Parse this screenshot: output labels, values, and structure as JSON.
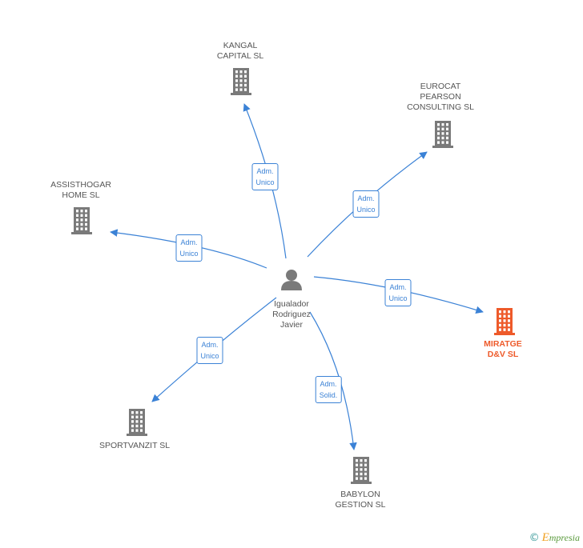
{
  "center": {
    "name_lines": [
      "Igualador",
      "Rodriguez",
      "Javier"
    ]
  },
  "nodes": [
    {
      "id": "kangal",
      "name_lines": [
        "KANGAL",
        "CAPITAL SL"
      ],
      "role_lines": [
        "Adm.",
        "Unico"
      ],
      "highlight": false
    },
    {
      "id": "eurocat",
      "name_lines": [
        "EUROCAT",
        "PEARSON",
        "CONSULTING SL"
      ],
      "role_lines": [
        "Adm.",
        "Unico"
      ],
      "highlight": false
    },
    {
      "id": "assisthogar",
      "name_lines": [
        "ASSISTHOGAR",
        "HOME SL"
      ],
      "role_lines": [
        "Adm.",
        "Unico"
      ],
      "highlight": false
    },
    {
      "id": "miratge",
      "name_lines": [
        "MIRATGE",
        "D&V SL"
      ],
      "role_lines": [
        "Adm.",
        "Unico"
      ],
      "highlight": true
    },
    {
      "id": "sportvanzit",
      "name_lines": [
        "SPORTVANZIT SL"
      ],
      "role_lines": [
        "Adm.",
        "Unico"
      ],
      "highlight": false
    },
    {
      "id": "babylon",
      "name_lines": [
        "BABYLON",
        "GESTION SL"
      ],
      "role_lines": [
        "Adm.",
        "Solid."
      ],
      "highlight": false
    }
  ],
  "colors": {
    "edge": "#3b82d6",
    "building": "#7a7a7a",
    "building_highlight": "#ee5a2a",
    "person": "#7a7a7a"
  },
  "footer": {
    "copyright": "©",
    "brand_initial": "E",
    "brand_rest": "mpresia"
  }
}
